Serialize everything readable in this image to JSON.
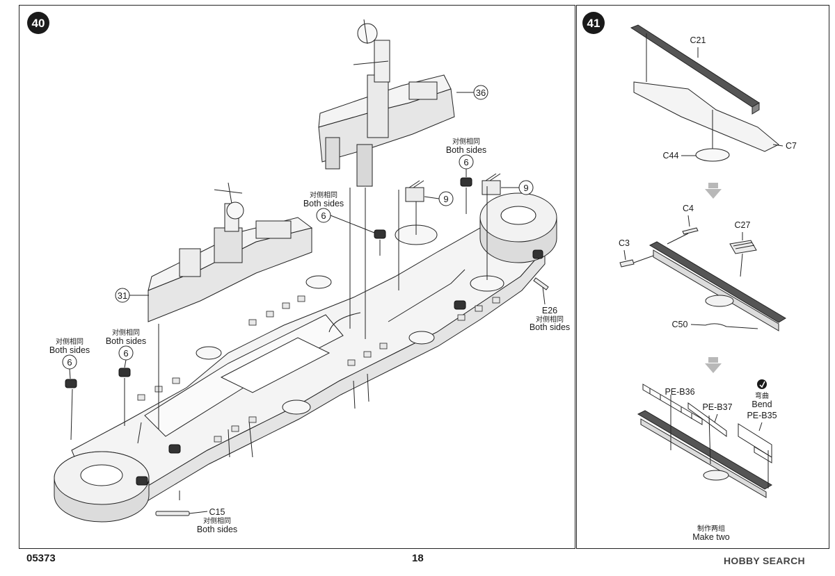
{
  "steps": {
    "step40": {
      "number": "40",
      "callouts": {
        "c36": "36",
        "c31": "31",
        "c9a": "9",
        "c9b": "9",
        "c6a": "6",
        "c6b": "6",
        "c6c": "6",
        "c6d": "6"
      },
      "labels": {
        "both_sides_cn": "对侧相同",
        "both_sides_en": "Both sides",
        "e26": "E26",
        "c15": "C15"
      }
    },
    "step41": {
      "number": "41",
      "parts": {
        "c21": "C21",
        "c7": "C7",
        "c44": "C44",
        "c4": "C4",
        "c27": "C27",
        "c3": "C3",
        "c50": "C50",
        "pe_b36": "PE-B36",
        "pe_b37": "PE-B37",
        "pe_b35": "PE-B35"
      },
      "bend_cn": "弯曲",
      "bend_en": "Bend",
      "make_two_cn": "制作两组",
      "make_two_en": "Make two"
    }
  },
  "footer": {
    "code": "05373",
    "page": "18",
    "watermark": "HOBBY SEARCH"
  },
  "colors": {
    "line": "#222222",
    "badge": "#1a1a1a",
    "arrow_gray": "#b8b8b8"
  }
}
